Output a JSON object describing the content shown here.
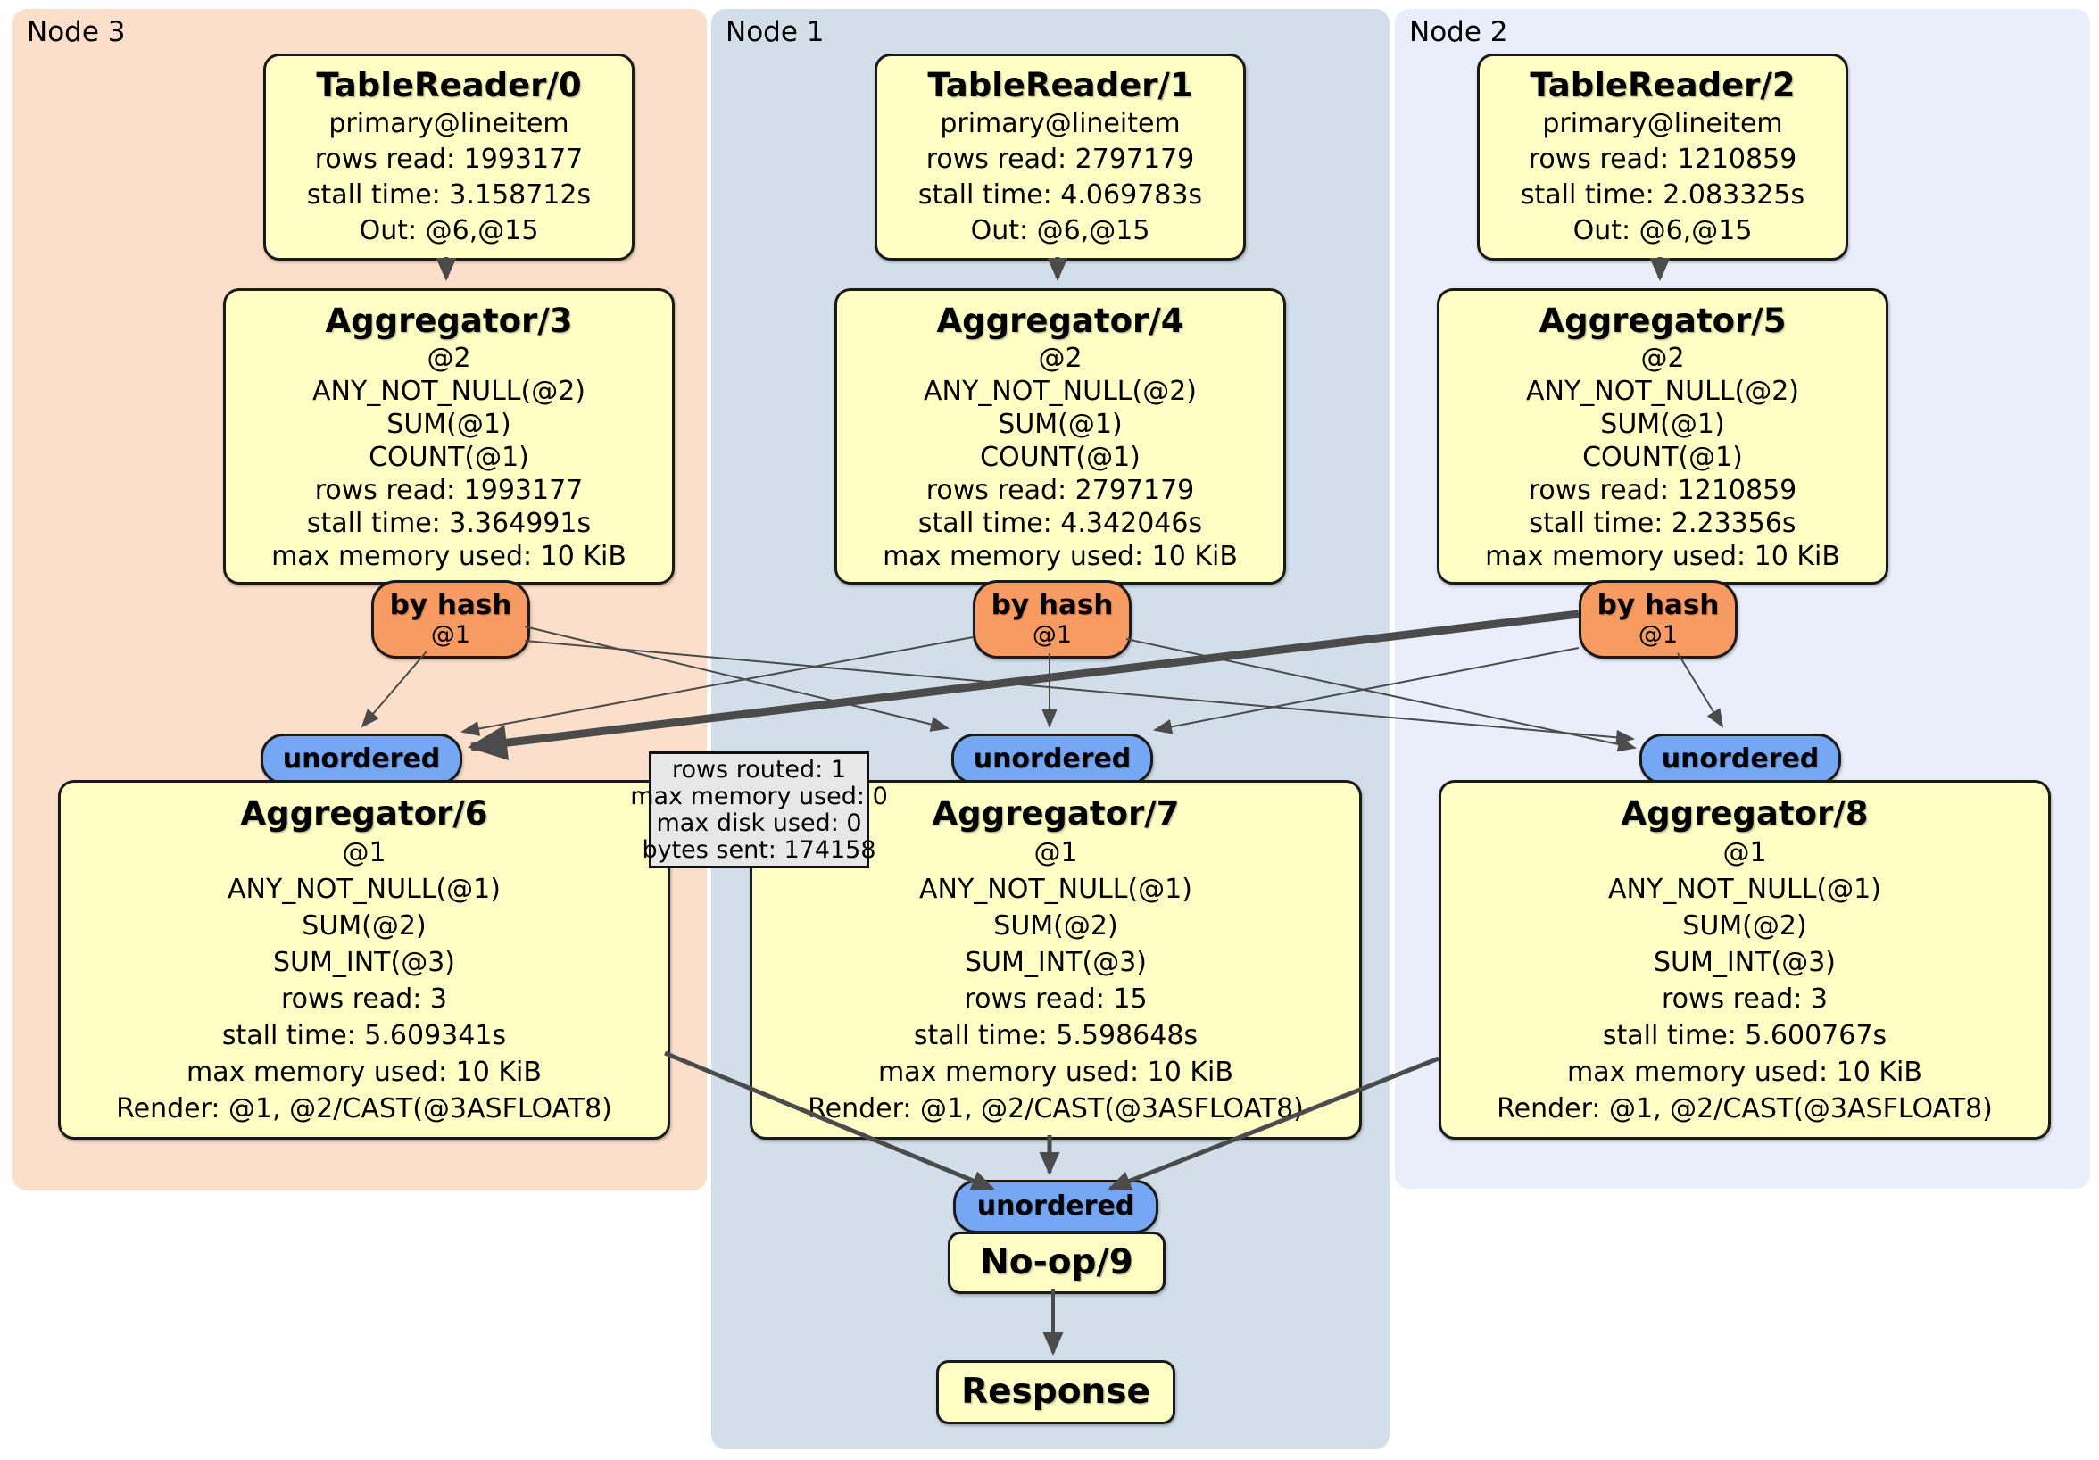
{
  "panels": [
    {
      "label": "Node 3"
    },
    {
      "label": "Node 1"
    },
    {
      "label": "Node 2"
    }
  ],
  "nodes": {
    "tr0": {
      "title": "TableReader/0",
      "lines": [
        "primary@lineitem",
        "rows read: 1993177",
        "stall time: 3.158712s",
        "Out: @6,@15"
      ]
    },
    "tr1": {
      "title": "TableReader/1",
      "lines": [
        "primary@lineitem",
        "rows read: 2797179",
        "stall time: 4.069783s",
        "Out: @6,@15"
      ]
    },
    "tr2": {
      "title": "TableReader/2",
      "lines": [
        "primary@lineitem",
        "rows read: 1210859",
        "stall time: 2.083325s",
        "Out: @6,@15"
      ]
    },
    "agg3": {
      "title": "Aggregator/3",
      "lines": [
        "@2",
        "ANY_NOT_NULL(@2)",
        "SUM(@1)",
        "COUNT(@1)",
        "rows read: 1993177",
        "stall time: 3.364991s",
        "max memory used: 10 KiB"
      ]
    },
    "agg4": {
      "title": "Aggregator/4",
      "lines": [
        "@2",
        "ANY_NOT_NULL(@2)",
        "SUM(@1)",
        "COUNT(@1)",
        "rows read: 2797179",
        "stall time: 4.342046s",
        "max memory used: 10 KiB"
      ]
    },
    "agg5": {
      "title": "Aggregator/5",
      "lines": [
        "@2",
        "ANY_NOT_NULL(@2)",
        "SUM(@1)",
        "COUNT(@1)",
        "rows read: 1210859",
        "stall time: 2.23356s",
        "max memory used: 10 KiB"
      ]
    },
    "agg6": {
      "title": "Aggregator/6",
      "lines": [
        "@1",
        "ANY_NOT_NULL(@1)",
        "SUM(@2)",
        "SUM_INT(@3)",
        "rows read: 3",
        "stall time: 5.609341s",
        "max memory used: 10 KiB",
        "Render: @1, @2/CAST(@3ASFLOAT8)"
      ]
    },
    "agg7": {
      "title": "Aggregator/7",
      "lines": [
        "@1",
        "ANY_NOT_NULL(@1)",
        "SUM(@2)",
        "SUM_INT(@3)",
        "rows read: 15",
        "stall time: 5.598648s",
        "max memory used: 10 KiB",
        "Render: @1, @2/CAST(@3ASFLOAT8)"
      ]
    },
    "agg8": {
      "title": "Aggregator/8",
      "lines": [
        "@1",
        "ANY_NOT_NULL(@1)",
        "SUM(@2)",
        "SUM_INT(@3)",
        "rows read: 3",
        "stall time: 5.600767s",
        "max memory used: 10 KiB",
        "Render: @1, @2/CAST(@3ASFLOAT8)"
      ]
    },
    "noop": {
      "title": "No-op/9"
    },
    "response": {
      "title": "Response"
    }
  },
  "routers": {
    "by_hash": {
      "label": "by hash",
      "sub": "@1"
    },
    "unordered": {
      "label": "unordered"
    }
  },
  "tooltip": {
    "lines": [
      "rows routed: 1",
      "max memory used: 0",
      "max disk used: 0",
      "bytes sent: 174158"
    ]
  },
  "colors": {
    "node3_bg": "#fcdfca",
    "node1_bg": "#d2dfeb",
    "node2_bg": "#e9eefa",
    "box_bg": "#ffffc5",
    "box_border": "#1a1a1a",
    "orange_pill": "#f79b62",
    "blue_pill": "#76a7f5",
    "tooltip_bg": "#e7e7e7",
    "edge": "#4b4b4b",
    "text": "#000000"
  }
}
